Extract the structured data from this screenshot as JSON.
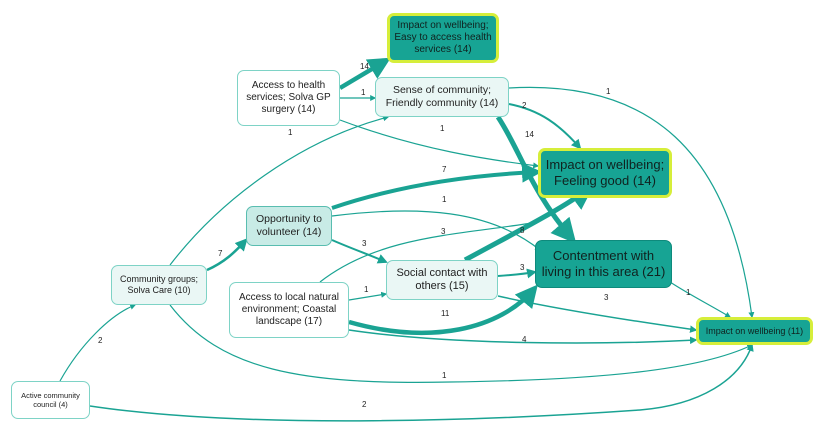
{
  "nodes": {
    "impact_easy_access": "Impact on wellbeing; Easy to access health services (14)",
    "access_health": "Access to health services; Solva GP surgery (14)",
    "sense_of_community": "Sense of community; Friendly community (14)",
    "impact_feeling_good": "Impact on wellbeing; Feeling good (14)",
    "opportunity_volunteer": "Opportunity to volunteer (14)",
    "community_groups": "Community groups; Solva Care (10)",
    "access_local_env": "Access to local natural environment; Coastal landscape (17)",
    "social_contact": "Social contact with others (15)",
    "contentment": "Contentment with living in this area (21)",
    "impact_wellbeing": "Impact on wellbeing (11)",
    "active_council": "Active community council (4)"
  },
  "edges": [
    {
      "from": "access_health",
      "to": "impact_easy_access",
      "label": "14"
    },
    {
      "from": "access_health",
      "to": "sense_of_community",
      "label": "1"
    },
    {
      "from": "access_health",
      "to": "impact_feeling_good",
      "label": "1"
    },
    {
      "from": "sense_of_community",
      "to": "impact_wellbeing",
      "label": "1"
    },
    {
      "from": "sense_of_community",
      "to": "impact_feeling_good",
      "label": "2"
    },
    {
      "from": "sense_of_community",
      "to": "contentment",
      "label": "14"
    },
    {
      "from": "community_groups",
      "to": "sense_of_community",
      "label": "1"
    },
    {
      "from": "community_groups",
      "to": "opportunity_volunteer",
      "label": "7"
    },
    {
      "from": "community_groups",
      "to": "impact_wellbeing",
      "label": "1"
    },
    {
      "from": "opportunity_volunteer",
      "to": "impact_feeling_good",
      "label": "7"
    },
    {
      "from": "opportunity_volunteer",
      "to": "contentment",
      "label": "1"
    },
    {
      "from": "opportunity_volunteer",
      "to": "social_contact",
      "label": "3"
    },
    {
      "from": "access_local_env",
      "to": "impact_feeling_good",
      "label": "3"
    },
    {
      "from": "access_local_env",
      "to": "social_contact",
      "label": "1"
    },
    {
      "from": "access_local_env",
      "to": "contentment",
      "label": "11"
    },
    {
      "from": "access_local_env",
      "to": "impact_wellbeing",
      "label": "4"
    },
    {
      "from": "social_contact",
      "to": "impact_feeling_good",
      "label": "8"
    },
    {
      "from": "social_contact",
      "to": "contentment",
      "label": "3"
    },
    {
      "from": "social_contact",
      "to": "impact_wellbeing",
      "label": "3"
    },
    {
      "from": "contentment",
      "to": "impact_wellbeing",
      "label": "1"
    },
    {
      "from": "active_council",
      "to": "community_groups",
      "label": "2"
    },
    {
      "from": "active_council",
      "to": "impact_wellbeing",
      "label": "2"
    }
  ],
  "colors": {
    "edge": "#1aa393",
    "node_dark": "#17a494",
    "highlight_border": "#d6ee3a"
  }
}
